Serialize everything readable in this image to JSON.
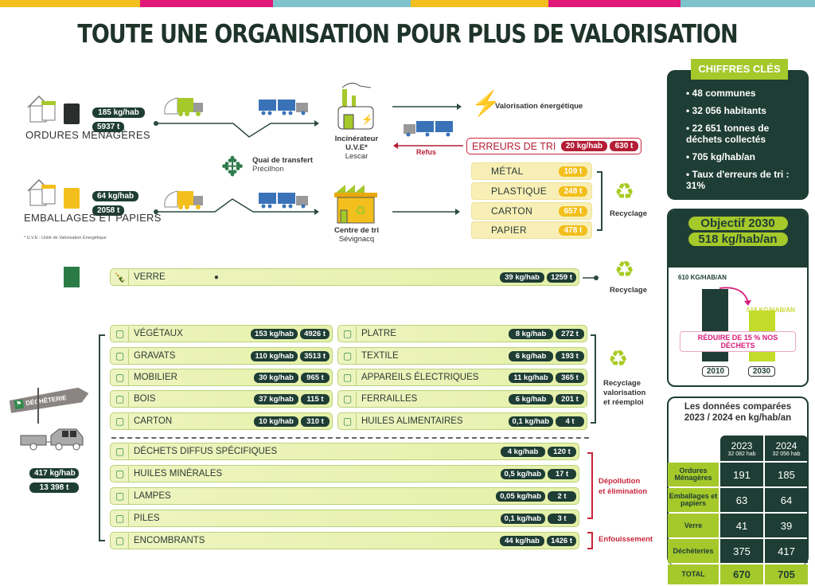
{
  "colors": {
    "dark": "#1e3d34",
    "lime": "#a5c82b",
    "red": "#b41d34",
    "yellow": "#f3bf1c",
    "pink": "#e2177a",
    "blue": "#7ec2cc"
  },
  "title": "TOUTE UNE ORGANISATION POUR PLUS DE VALORISATION",
  "flows": {
    "om": {
      "label": "ORDURES MÉNAGÈRES",
      "kg": "185 kg/hab",
      "t": "5937 t"
    },
    "ep": {
      "label": "EMBALLAGES ET PAPIERS",
      "kg": "64 kg/hab",
      "t": "2058 t"
    },
    "quai_title": "Quai de transfert",
    "quai_place": "Précilhon",
    "uve_title": "Incinérateur",
    "uve_sub": "U.V.E*",
    "uve_place": "Lescar",
    "tri_title": "Centre de tri",
    "tri_place": "Sévignacq",
    "valo": "Valorisation énergétique",
    "refus": "Refus",
    "footnote": "* U.V.E : Unité de Valorisation Énergétique",
    "erreurs": {
      "label": "ERREURS DE TRI",
      "kg": "20 kg/hab",
      "t": "630 t"
    },
    "sorted": [
      {
        "label": "MÉTAL",
        "t": "109 t"
      },
      {
        "label": "PLASTIQUE",
        "t": "248 t"
      },
      {
        "label": "CARTON",
        "t": "657 t"
      },
      {
        "label": "PAPIER",
        "t": "478 t"
      }
    ],
    "recyclage": "Recyclage"
  },
  "verre": {
    "label": "VERRE",
    "kg": "39 kg/hab",
    "t": "1259 t",
    "dest": "Recyclage"
  },
  "decheterie": {
    "sign": "DÉCHÈTERIE",
    "kg": "417 kg/hab",
    "t": "13 398 t",
    "col1": [
      {
        "label": "VÉGÉTAUX",
        "kg": "153 kg/hab",
        "t": "4926 t"
      },
      {
        "label": "GRAVATS",
        "kg": "110 kg/hab",
        "t": "3513 t"
      },
      {
        "label": "MOBILIER",
        "kg": "30 kg/hab",
        "t": "965 t"
      },
      {
        "label": "BOIS",
        "kg": "37 kg/hab",
        "t": "115 t"
      },
      {
        "label": "CARTON",
        "kg": "10 kg/hab",
        "t": "310 t"
      }
    ],
    "col2": [
      {
        "label": "PLATRE",
        "kg": "8 kg/hab",
        "t": "272 t"
      },
      {
        "label": "TEXTILE",
        "kg": "6 kg/hab",
        "t": "193 t"
      },
      {
        "label": "APPAREILS ÉLECTRIQUES",
        "kg": "11 kg/hab",
        "t": "365 t"
      },
      {
        "label": "FERRAILLES",
        "kg": "6 kg/hab",
        "t": "201 t"
      },
      {
        "label": "HUILES ALIMENTAIRES",
        "kg": "0,1 kg/hab",
        "t": "4 t"
      }
    ],
    "dest1": [
      "Recyclage",
      "valorisation",
      "et réemploi"
    ],
    "lower": [
      {
        "label": "DÉCHETS DIFFUS SPÉCIFIQUES",
        "kg": "4 kg/hab",
        "t": "120 t"
      },
      {
        "label": "HUILES MINÉRALES",
        "kg": "0,5 kg/hab",
        "t": "17 t"
      },
      {
        "label": "LAMPES",
        "kg": "0,05 kg/hab",
        "t": "2 t"
      },
      {
        "label": "PILES",
        "kg": "0,1 kg/hab",
        "t": "3 t"
      },
      {
        "label": "ENCOMBRANTS",
        "kg": "44 kg/hab",
        "t": "1426 t"
      }
    ],
    "dest2": [
      "Dépollution",
      "et élimination"
    ],
    "dest3": "Enfouissement"
  },
  "chiffres": {
    "title": "CHIFFRES CLÉS",
    "items": [
      "48 communes",
      "32 056 habitants",
      "22 651 tonnes de déchets collectés",
      "705 kg/hab/an",
      "Taux d'erreurs de tri : 31%"
    ]
  },
  "objectif": {
    "title": "Objectif 2030",
    "value": "518 kg/hab/an",
    "bar2010_label": "610 KG/HAB/AN",
    "bar2030_label": "518 KG/HAB/AN",
    "banner": "RÉDUIRE DE 15 % NOS DÉCHETS",
    "y1": "2010",
    "y2": "2030",
    "v2010": 610,
    "v2030": 518
  },
  "compare": {
    "title1": "Les données comparées",
    "title2": "2023 / 2024 en kg/hab/an",
    "cols": [
      {
        "year": "2023",
        "hab": "32 082 hab"
      },
      {
        "year": "2024",
        "hab": "32 056 hab"
      }
    ],
    "rows": [
      {
        "label": "Ordures Ménagères",
        "v": [
          "191",
          "185"
        ]
      },
      {
        "label": "Emballages et papiers",
        "v": [
          "63",
          "64"
        ]
      },
      {
        "label": "Verre",
        "v": [
          "41",
          "39"
        ]
      },
      {
        "label": "Déchèteries",
        "v": [
          "375",
          "417"
        ]
      },
      {
        "label": "TOTAL",
        "v": [
          "670",
          "705"
        ]
      }
    ]
  }
}
